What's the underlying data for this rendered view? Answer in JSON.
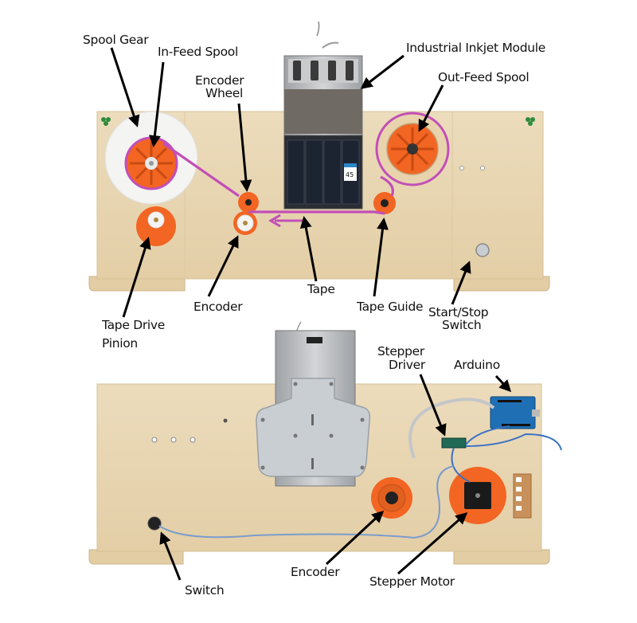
{
  "figure": {
    "title": "Tape inkjet printer — front and back views",
    "colors": {
      "wood": "#e9d7b5",
      "wood_edge": "#d9c39a",
      "orange_part": "#f26522",
      "white_gear": "#f3f3f1",
      "tape_path": "#c24fb8",
      "steel": "#b9bcbf",
      "cartridge": "#1d2431",
      "shamrock": "#2e8b3d",
      "arduino": "#1f6fb4"
    },
    "top_view": {
      "labels": [
        {
          "id": "spool-gear",
          "text": "Spool Gear"
        },
        {
          "id": "in-feed-spool",
          "text": "In-Feed Spool"
        },
        {
          "id": "encoder-wheel",
          "lines": [
            "Encoder",
            "Wheel"
          ]
        },
        {
          "id": "industrial-inkjet-module",
          "text": "Industrial Inkjet Module"
        },
        {
          "id": "out-feed-spool",
          "text": "Out-Feed Spool"
        },
        {
          "id": "tape-drive-pinion",
          "lines": [
            "Tape Drive",
            "Pinion"
          ]
        },
        {
          "id": "encoder",
          "text": "Encoder"
        },
        {
          "id": "tape",
          "text": "Tape"
        },
        {
          "id": "tape-guide",
          "text": "Tape Guide"
        },
        {
          "id": "start-stop-switch",
          "lines": [
            "Start/Stop",
            "Switch"
          ]
        }
      ],
      "cartridge_label": "45"
    },
    "bottom_view": {
      "labels": [
        {
          "id": "stepper-driver",
          "lines": [
            "Stepper",
            "Driver"
          ]
        },
        {
          "id": "arduino",
          "text": "Arduino"
        },
        {
          "id": "switch",
          "text": "Switch"
        },
        {
          "id": "encoder",
          "text": "Encoder"
        },
        {
          "id": "stepper-motor",
          "text": "Stepper Motor"
        }
      ]
    }
  }
}
